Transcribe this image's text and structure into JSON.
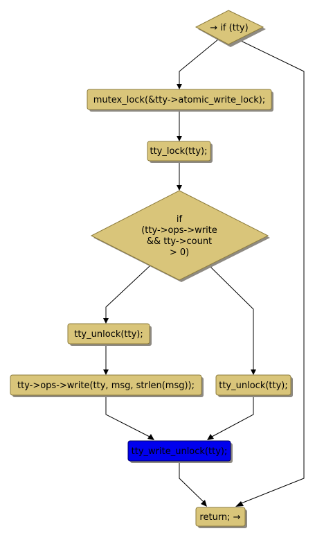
{
  "colors": {
    "node_fill": "#d9c57a",
    "node_border": "#8d7c3c",
    "highlight_fill": "#0000ee",
    "shadow": "#8e8a82",
    "edge": "#000000"
  },
  "nodes": {
    "start": {
      "label": "→ if (tty)",
      "shape": "diamond"
    },
    "mutex_lock": {
      "label": "mutex_lock(&tty->atomic_write_lock);",
      "shape": "box"
    },
    "tty_lock": {
      "label": "tty_lock(tty);",
      "shape": "box"
    },
    "cond": {
      "lines": [
        "if",
        "(tty->ops->write",
        "&& tty->count",
        "> 0)"
      ],
      "shape": "diamond"
    },
    "unlock_a": {
      "label": "tty_unlock(tty);",
      "shape": "box"
    },
    "write_call": {
      "label": "tty->ops->write(tty, msg, strlen(msg));",
      "shape": "box"
    },
    "unlock_b": {
      "label": "tty_unlock(tty);",
      "shape": "box"
    },
    "write_unlock": {
      "label": "tty_write_unlock(tty);",
      "shape": "box",
      "highlighted": true
    },
    "return": {
      "label": "return; →",
      "shape": "box"
    }
  },
  "edges": [
    {
      "from": "start",
      "to": "mutex_lock"
    },
    {
      "from": "start",
      "to": "return"
    },
    {
      "from": "mutex_lock",
      "to": "tty_lock"
    },
    {
      "from": "tty_lock",
      "to": "cond"
    },
    {
      "from": "cond",
      "to": "unlock_a"
    },
    {
      "from": "cond",
      "to": "unlock_b"
    },
    {
      "from": "unlock_a",
      "to": "write_call"
    },
    {
      "from": "write_call",
      "to": "write_unlock"
    },
    {
      "from": "unlock_b",
      "to": "write_unlock"
    },
    {
      "from": "write_unlock",
      "to": "return"
    }
  ]
}
